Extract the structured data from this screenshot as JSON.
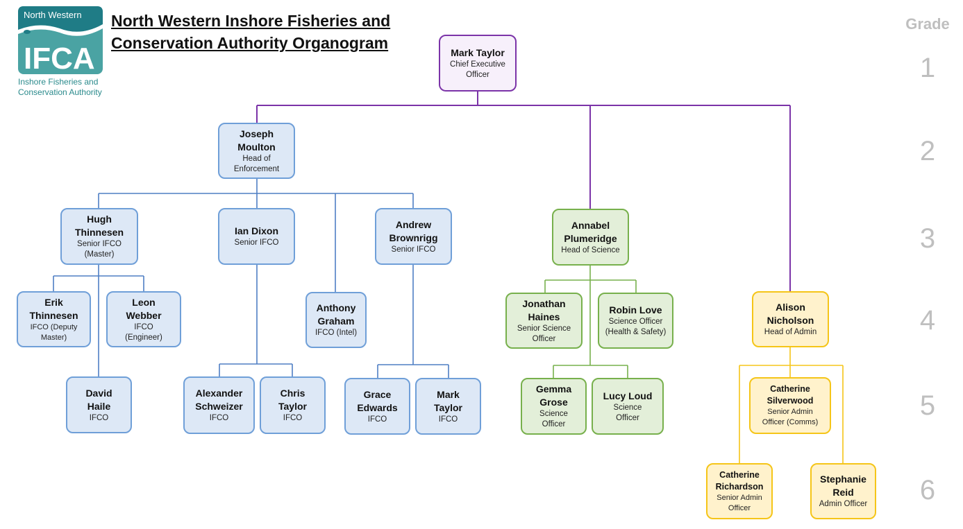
{
  "header": {
    "title_line1": "North Western Inshore Fisheries and",
    "title_line2": "Conservation Authority Organogram",
    "logo": {
      "top": "North Western",
      "main": "IFCA",
      "sub1": "Inshore Fisheries and",
      "sub2": "Conservation Authority"
    }
  },
  "grades": {
    "label": "Grade",
    "levels": [
      "1",
      "2",
      "3",
      "4",
      "5",
      "6"
    ]
  },
  "colors": {
    "executive": "#7b33a8",
    "enforcement": "#6f9fd8",
    "science": "#77b04c",
    "admin": "#f5c518"
  },
  "people": {
    "ceo": {
      "name": "Mark Taylor",
      "role": "Chief Executive Officer"
    },
    "joseph": {
      "name": "Joseph Moulton",
      "role": "Head of Enforcement"
    },
    "hugh": {
      "name": "Hugh Thinnesen",
      "role": "Senior IFCO (Master)"
    },
    "ian": {
      "name": "Ian Dixon",
      "role": "Senior IFCO"
    },
    "andrew": {
      "name": "Andrew Brownrigg",
      "role": "Senior IFCO"
    },
    "erik": {
      "name": "Erik Thinnesen",
      "role": "IFCO (Deputy Master)"
    },
    "leon": {
      "name": "Leon Webber",
      "role": "IFCO (Engineer)"
    },
    "anthony": {
      "name": "Anthony Graham",
      "role": "IFCO (Intel)"
    },
    "david": {
      "name": "David Haile",
      "role": "IFCO"
    },
    "alexander": {
      "name": "Alexander Schweizer",
      "role": "IFCO"
    },
    "chris": {
      "name": "Chris Taylor",
      "role": "IFCO"
    },
    "grace": {
      "name": "Grace Edwards",
      "role": "IFCO"
    },
    "mark2": {
      "name": "Mark Taylor",
      "role": "IFCO"
    },
    "annabel": {
      "name": "Annabel Plumeridge",
      "role": "Head of Science"
    },
    "jonathan": {
      "name": "Jonathan Haines",
      "role": "Senior Science Officer"
    },
    "robin": {
      "name": "Robin Love",
      "role": "Science Officer (Health & Safety)"
    },
    "gemma": {
      "name": "Gemma Grose",
      "role": "Science Officer"
    },
    "lucy": {
      "name": "Lucy Loud",
      "role": "Science Officer"
    },
    "alison": {
      "name": "Alison Nicholson",
      "role": "Head of Admin"
    },
    "catherine_s": {
      "name": "Catherine Silverwood",
      "role": "Senior Admin Officer (Comms)"
    },
    "catherine_r": {
      "name": "Catherine Richardson",
      "role": "Senior Admin Officer"
    },
    "stephanie": {
      "name": "Stephanie Reid",
      "role": "Admin Officer"
    }
  }
}
